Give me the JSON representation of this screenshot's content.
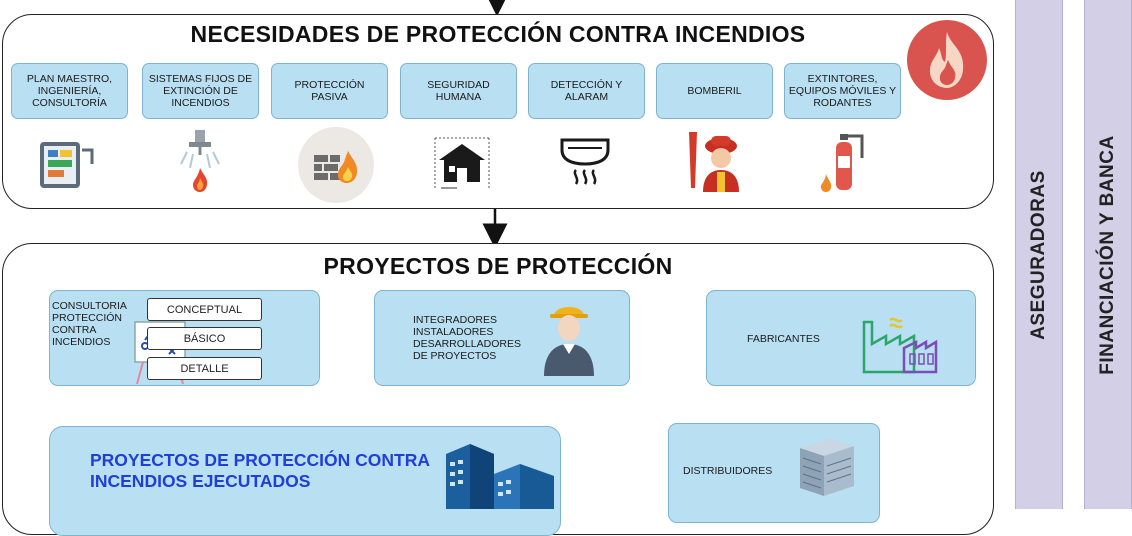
{
  "needs": {
    "title": "NECESIDADES DE PROTECCIÓN CONTRA INCENDIOS",
    "items": [
      {
        "label": "PLAN MAESTRO, INGENIERÍA, CONSULTORÍA",
        "icon": "engineering-plan-icon"
      },
      {
        "label": "SISTEMAS FIJOS DE EXTINCIÓN DE INCENDIOS",
        "icon": "sprinkler-icon"
      },
      {
        "label": "PROTECCIÓN PASIVA",
        "icon": "fire-wall-icon"
      },
      {
        "label": "SEGURIDAD HUMANA",
        "icon": "house-plan-icon"
      },
      {
        "label": "DETECCIÓN Y ALARAM",
        "icon": "smoke-detector-icon"
      },
      {
        "label": "BOMBERIL",
        "icon": "firefighter-icon"
      },
      {
        "label": "EXTINTORES, EQUIPOS MÓVILES Y RODANTES",
        "icon": "fire-extinguisher-icon"
      }
    ]
  },
  "projects": {
    "title": "PROYECTOS DE PROTECCIÓN",
    "consulting": {
      "label": "CONSULTORIA PROTECCIÓN CONTRA INCENDIOS",
      "levels": [
        "CONCEPTUAL",
        "BÁSICO",
        "DETALLE"
      ]
    },
    "integrators": "INTEGRADORES INSTALADORES DESARROLLADORES DE PROYECTOS",
    "manufacturers": "FABRICANTES",
    "distributors": "DISTRIBUIDORES",
    "executed": "PROYECTOS DE PROTECCIÓN CONTRA INCENDIOS EJECUTADOS"
  },
  "side": {
    "insurers": "ASEGURADORAS",
    "finance": "FINANCIACIÓN Y BANCA"
  },
  "colors": {
    "box": "#b9dff2",
    "executed_text": "#1f3fd6",
    "side": "#d3cfe6",
    "fire_badge": "#d9534f"
  }
}
